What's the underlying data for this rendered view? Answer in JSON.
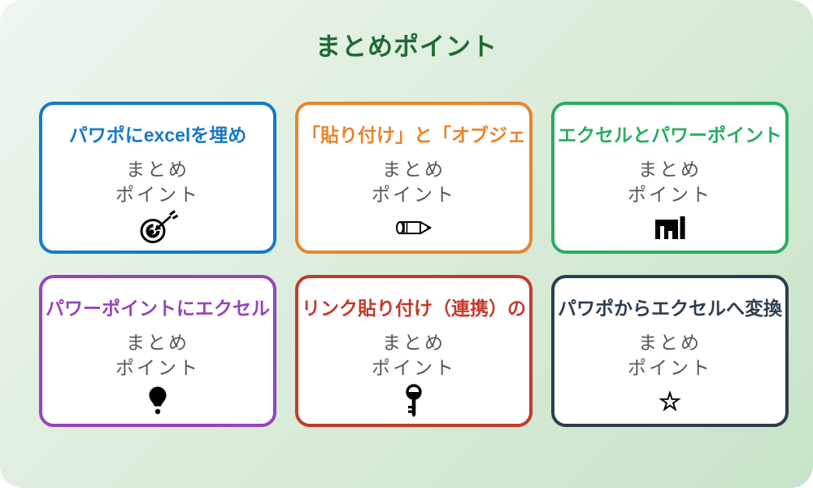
{
  "page": {
    "title": "まとめポイント",
    "title_color": "#1f6b35",
    "background_gradient_start": "#eef6ee",
    "background_gradient_end": "#c8e3c8",
    "card_background": "#ffffff",
    "body_text_color": "#575757",
    "icon_color": "#000000"
  },
  "cards": [
    {
      "title": "パワポにexcelを埋め",
      "line1": "まとめ",
      "line2": "ポイント",
      "icon": "dart-target-icon",
      "color": "#1879c8"
    },
    {
      "title": "「貼り付け」と「オブジェ",
      "line1": "まとめ",
      "line2": "ポイント",
      "icon": "pencil-icon",
      "color": "#e8842c"
    },
    {
      "title": "エクセルとパワーポイント",
      "line1": "まとめ",
      "line2": "ポイント",
      "icon": "bar-chart-icon",
      "color": "#2bad61"
    },
    {
      "title": "パワーポイントにエクセル",
      "line1": "まとめ",
      "line2": "ポイント",
      "icon": "lightbulb-icon",
      "color": "#9644bb"
    },
    {
      "title": "リンク貼り付け（連携）の",
      "line1": "まとめ",
      "line2": "ポイント",
      "icon": "key-icon",
      "color": "#c23b2c"
    },
    {
      "title": "パワポからエクセルへ変換",
      "line1": "まとめ",
      "line2": "ポイント",
      "icon": "star-icon",
      "color": "#2c3e50"
    }
  ]
}
